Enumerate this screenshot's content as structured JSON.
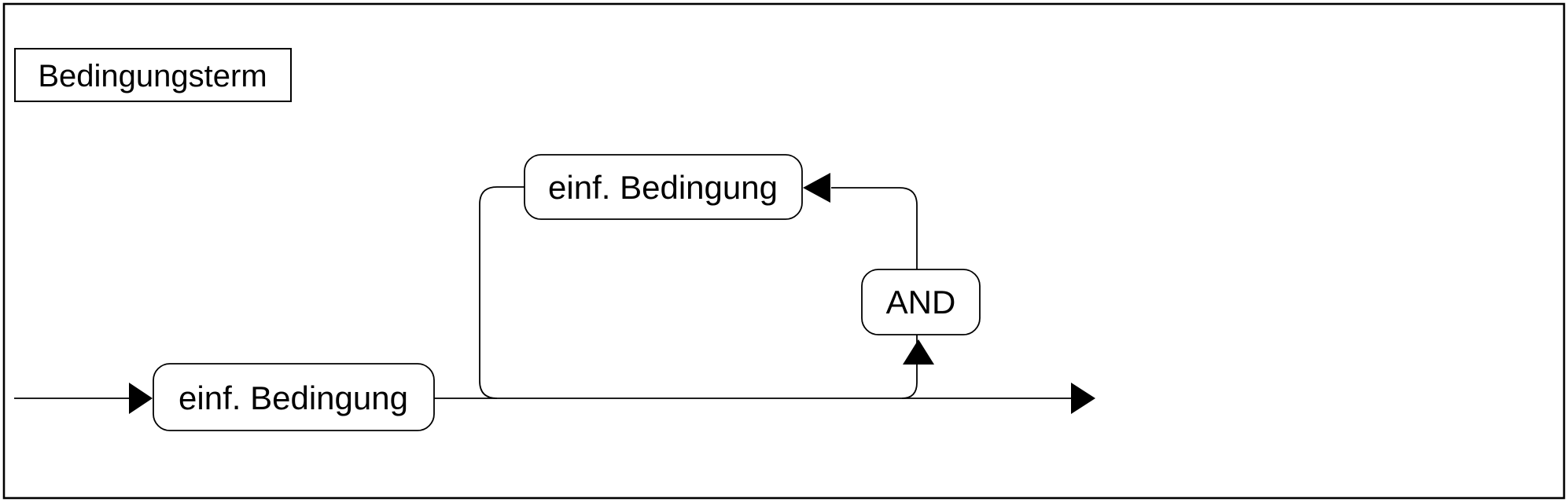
{
  "diagram": {
    "title": "Bedingungsterm",
    "nodes": [
      {
        "label": "einf. Bedingung"
      },
      {
        "label": "einf. Bedingung"
      },
      {
        "label": "AND"
      }
    ],
    "colors": {
      "background": "#ffffff",
      "stroke": "#000000",
      "node_fill": "#ffffff",
      "text": "#000000"
    }
  }
}
